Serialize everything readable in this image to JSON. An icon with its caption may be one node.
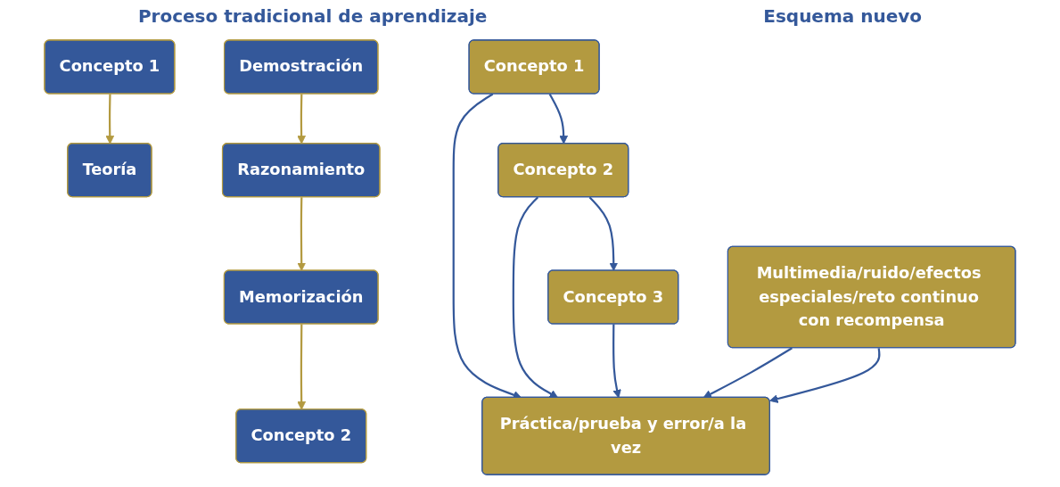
{
  "diagram": {
    "nodes": [
      {
        "text": [
          "Concepto 1"
        ]
      },
      {
        "text": [
          "Teoría"
        ]
      },
      {
        "text": [
          "Demostración"
        ]
      },
      {
        "text": [
          "Razonamiento"
        ]
      },
      {
        "text": [
          "Memorización"
        ]
      },
      {
        "text": [
          "Concepto 2"
        ]
      },
      {
        "text": [
          "Concepto 1"
        ]
      },
      {
        "text": [
          "Concepto 2"
        ]
      },
      {
        "text": [
          "Concepto 3"
        ]
      },
      {
        "text": [
          "Práctica/prueba y error/a la vez"
        ]
      },
      {
        "text": [
          "Multimedia/ruido/efectos especiales/reto continuo con recompensa"
        ]
      }
    ],
    "edges": [
      {
        "from": 0,
        "to": 1,
        "arrow": "to",
        "color": "#b39a40"
      },
      {
        "from": 2,
        "to": 3,
        "arrow": "to",
        "color": "#b39a40"
      },
      {
        "from": 3,
        "to": 4,
        "arrow": "to",
        "color": "#b39a40"
      },
      {
        "from": 4,
        "to": 5,
        "arrow": "to",
        "color": "#b39a40"
      },
      {
        "from": 6,
        "to": 7,
        "arrow": "to"
      },
      {
        "from": 7,
        "to": 8,
        "arrow": "to"
      },
      {
        "from": 6,
        "to": 9,
        "arrow": "to"
      },
      {
        "from": 7,
        "to": 9,
        "arrow": "to"
      },
      {
        "from": 8,
        "to": 9,
        "arrow": "to"
      },
      {
        "from": 10,
        "to": 9,
        "arrow": "to"
      },
      {
        "from": 10,
        "to": 9,
        "arrow": "to"
      }
    ],
    "labels": [
      "Proceso tradicional de aprendizaje",
      "Esquema nuevo"
    ]
  }
}
